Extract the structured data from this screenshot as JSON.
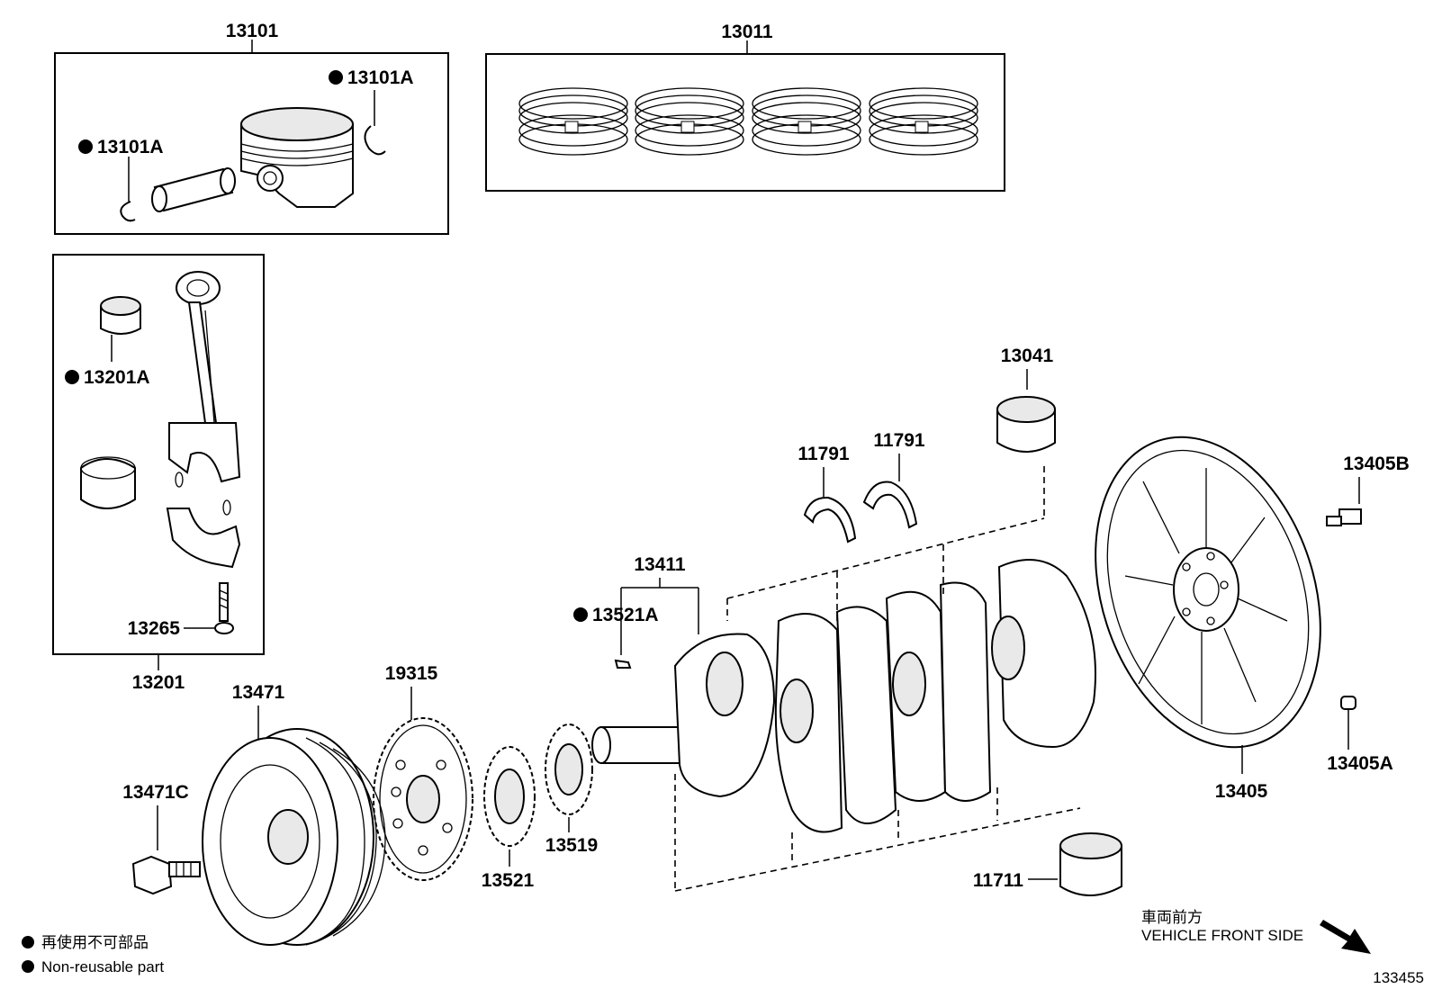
{
  "labels": {
    "p13101": "13101",
    "p13011": "13011",
    "p13101A_top": "13101A",
    "p13101A_left": "13101A",
    "p13201A": "13201A",
    "p13265": "13265",
    "p13201": "13201",
    "p13041": "13041",
    "p11791_a": "11791",
    "p11791_b": "11791",
    "p13405B": "13405B",
    "p13411": "13411",
    "p13521A": "13521A",
    "p19315": "19315",
    "p13471": "13471",
    "p13471C": "13471C",
    "p13521": "13521",
    "p13519": "13519",
    "p13405": "13405",
    "p13405A": "13405A",
    "p11711": "11711"
  },
  "legend": {
    "jp": "再使用不可部品",
    "en": "Non-reusable part"
  },
  "front": {
    "jp": "車両前方",
    "en": "VEHICLE FRONT SIDE"
  },
  "diagram_id": "133455"
}
